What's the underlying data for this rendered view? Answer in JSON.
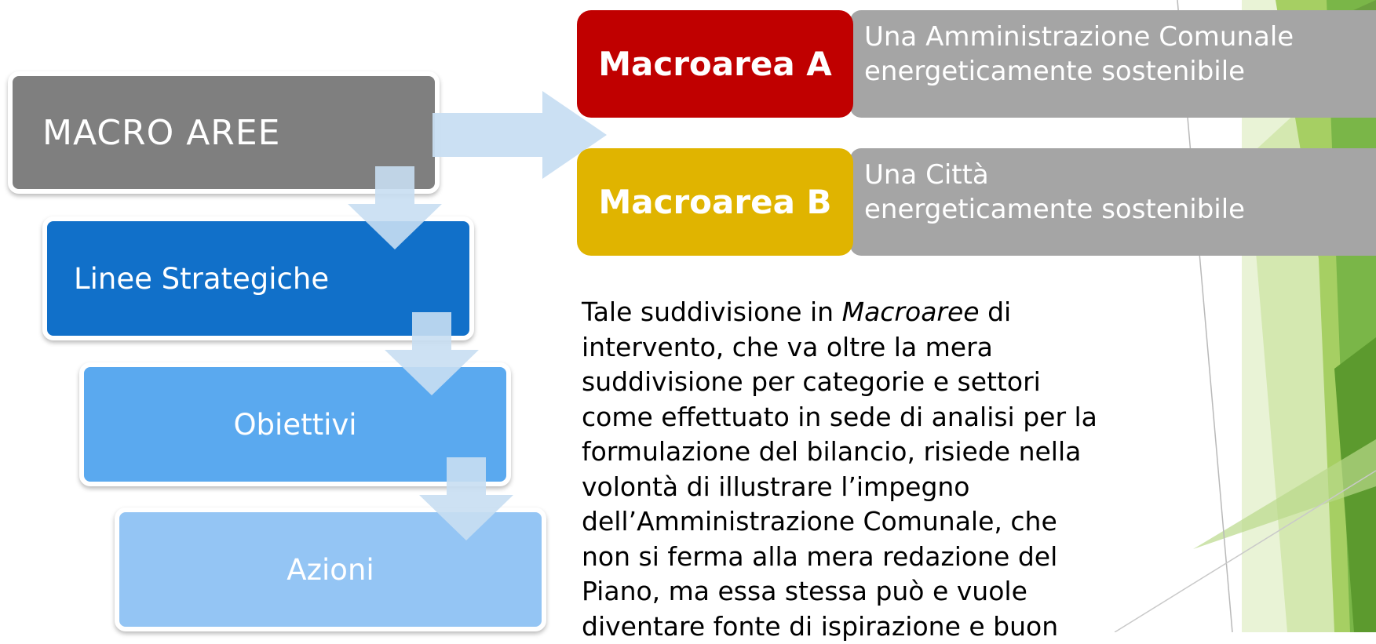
{
  "hierarchy": {
    "level1": "MACRO  AREE",
    "level2": "Linee Strategiche",
    "level3": "Obiettivi",
    "level4": "Azioni"
  },
  "macroareas": [
    {
      "label": "Macroarea A",
      "description_lines": [
        "Una Amministrazione Comunale",
        "energeticamente sostenibile"
      ],
      "color": "#c00000"
    },
    {
      "label": "Macroarea B",
      "description_lines": [
        "Una Città",
        "energeticamente sostenibile"
      ],
      "color": "#e0b400"
    }
  ],
  "body_text": {
    "line1_before": "Tale suddivisione in ",
    "line1_italic": "Macroaree",
    "line1_after": " di",
    "lines": [
      "intervento, che va oltre la mera",
      "suddivisione per categorie e settori",
      "come effettuato in sede di analisi per la",
      "formulazione del bilancio, risiede nella",
      "volontà di illustrare l’impegno",
      "dell’Amministrazione Comunale, che",
      "non si ferma alla mera redazione del",
      "Piano, ma essa stessa può e vuole",
      "diventare fonte di ispirazione e buon"
    ]
  },
  "colors": {
    "level1": "#7f7f7f",
    "level2": "#1170c9",
    "level3": "#5aa9ef",
    "level4": "#94c5f4",
    "description_bg": "#a5a5a5",
    "arrow": "#c8def2",
    "accent_green": "#7ab648"
  }
}
